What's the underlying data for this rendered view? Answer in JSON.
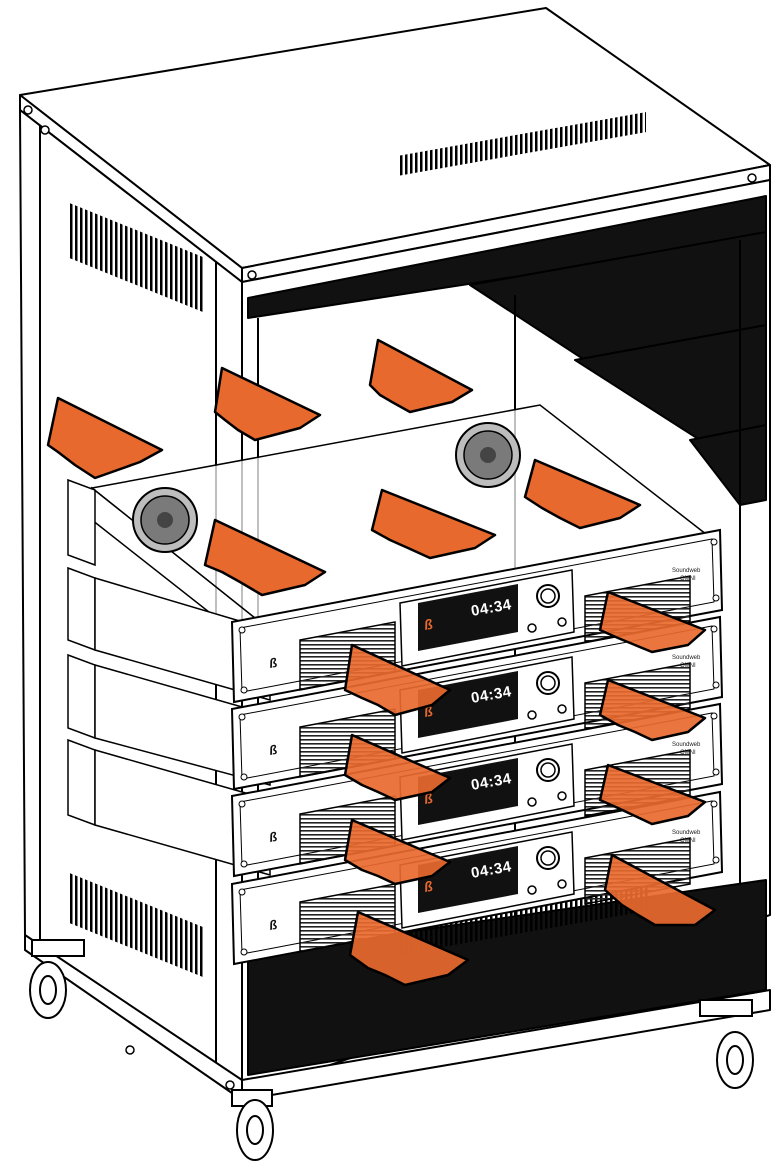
{
  "colors": {
    "arrow": "#E8692E",
    "arrow_outline": "#000000",
    "rack_fill": "#ffffff",
    "rack_line": "#000000",
    "black_panel": "#111111",
    "display_bg": "#111111",
    "display_text": "#ffffff",
    "fan_gray": "#8a8a8a"
  },
  "amplifiers": [
    {
      "display": "04:34",
      "model_line1": "Soundweb",
      "model_line2": "OMNI"
    },
    {
      "display": "04:34",
      "model_line1": "Soundweb",
      "model_line2": "OMNI"
    },
    {
      "display": "04:34",
      "model_line1": "Soundweb",
      "model_line2": "OMNI"
    },
    {
      "display": "04:34",
      "model_line1": "Soundweb",
      "model_line2": "OMNI"
    }
  ],
  "icons": {
    "airflow_arrow": "up-right-arrow-icon",
    "fan": "fan-icon",
    "caster": "caster-wheel-icon",
    "logo": "bss-logo-icon"
  }
}
